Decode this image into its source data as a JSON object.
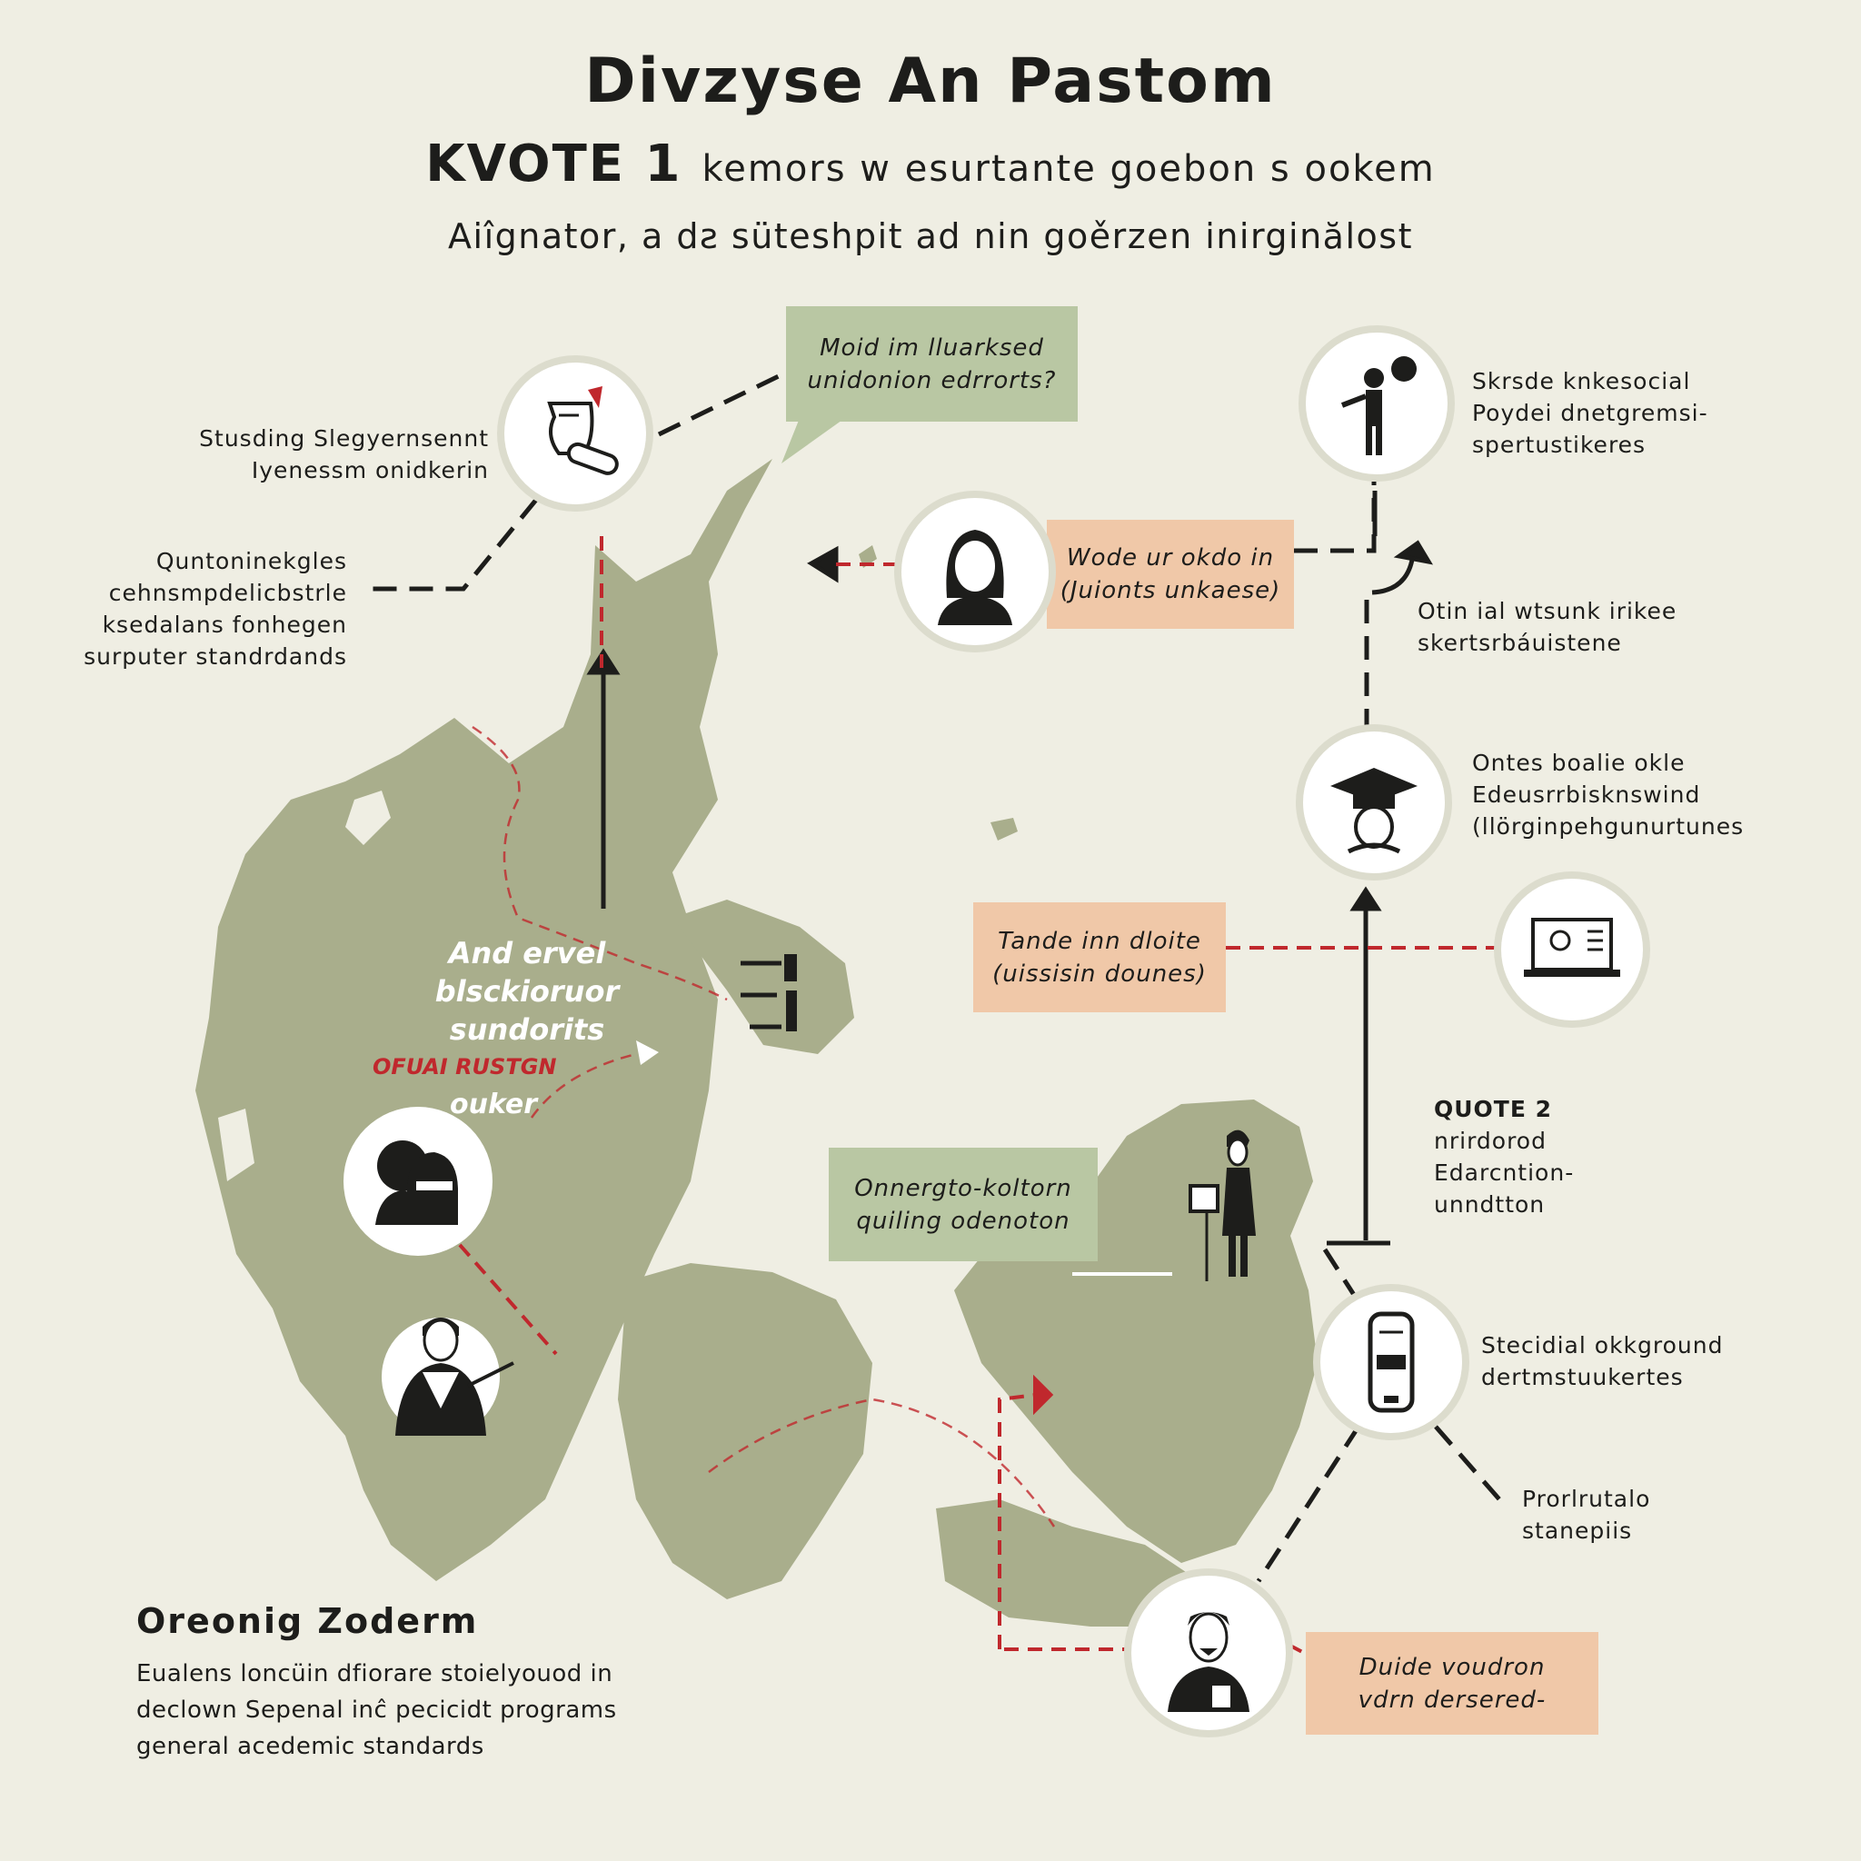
{
  "header": {
    "title": "Divzyse An Pastom",
    "kvote_label": "KVOTE 1",
    "kvote_text": "kemors w esurtante goebon s ookem",
    "subtitle": "Aiîgnator, a dƨ süteshpit ad nin goěrzen inirginălost"
  },
  "callouts": {
    "green_top": [
      "Moid im lluarksed",
      "unidonion edrrorts?"
    ],
    "peach_woman": [
      "Wode ur okdo in",
      "(Juionts unkaese)"
    ],
    "peach_tande": [
      "Tande inn dloite",
      "(uissisin dounes)"
    ],
    "green_mid": [
      "Onnergto-koltorn",
      "quiling odenoton"
    ],
    "peach_bottom": [
      "Duide voudron",
      "vdrn dersered-"
    ]
  },
  "labels": {
    "scroll": [
      "Stusding Slegyernsennt",
      "Iyenessm onidkerin"
    ],
    "left_block": [
      "Quntoninekgles",
      "cehnsmpdelicbstrle",
      "ksedalans fonhegen",
      "surputer standrdands"
    ],
    "top_right": [
      "Skrsde knkesocial",
      "Poydei dnetgremsi-",
      "spertustikeres"
    ],
    "otin": [
      "Otin ial wtsunk irikee",
      "skertsrbáuistene"
    ],
    "grad": [
      "Ontes boalie okle",
      "Edeusrrbisknswind",
      "(llörginpehgunurtunes"
    ],
    "quote2_title": "QUOTE 2",
    "quote2": [
      "nrirdorod",
      "Edarcntion-",
      "unndtton"
    ],
    "phone": [
      "Stecidial okkground",
      "dertmstuukertes"
    ],
    "prorl": [
      "Prorlrutalo",
      "stanepiis"
    ]
  },
  "map_text": {
    "white": [
      "And ervel",
      "blsckioruor",
      "sundorits"
    ],
    "red": "OFUAI RUSTGN",
    "white2": "ouker"
  },
  "footer": {
    "heading": "Oreonig Zoderm",
    "lines": [
      "Eualens loncüin dfiorare stoielyouod in",
      "declown Sepenal inĉ pecicidt programs",
      "general acedemic standards"
    ]
  },
  "icons": [
    "scroll-diploma-icon",
    "woman-avatar-icon",
    "person-speech-icon",
    "graduation-cap-icon",
    "laptop-search-icon",
    "phone-icon",
    "man-avatar-icon",
    "couple-avatar-icon",
    "teacher-icon",
    "chess-icon",
    "person-laptop-icon"
  ],
  "colors": {
    "background": "#efeee3",
    "map": "#a9ae8c",
    "green_box": "#b9c7a3",
    "peach_box": "#f0c8a8",
    "accent_red": "#c0282d",
    "ink": "#1d1d1b"
  }
}
